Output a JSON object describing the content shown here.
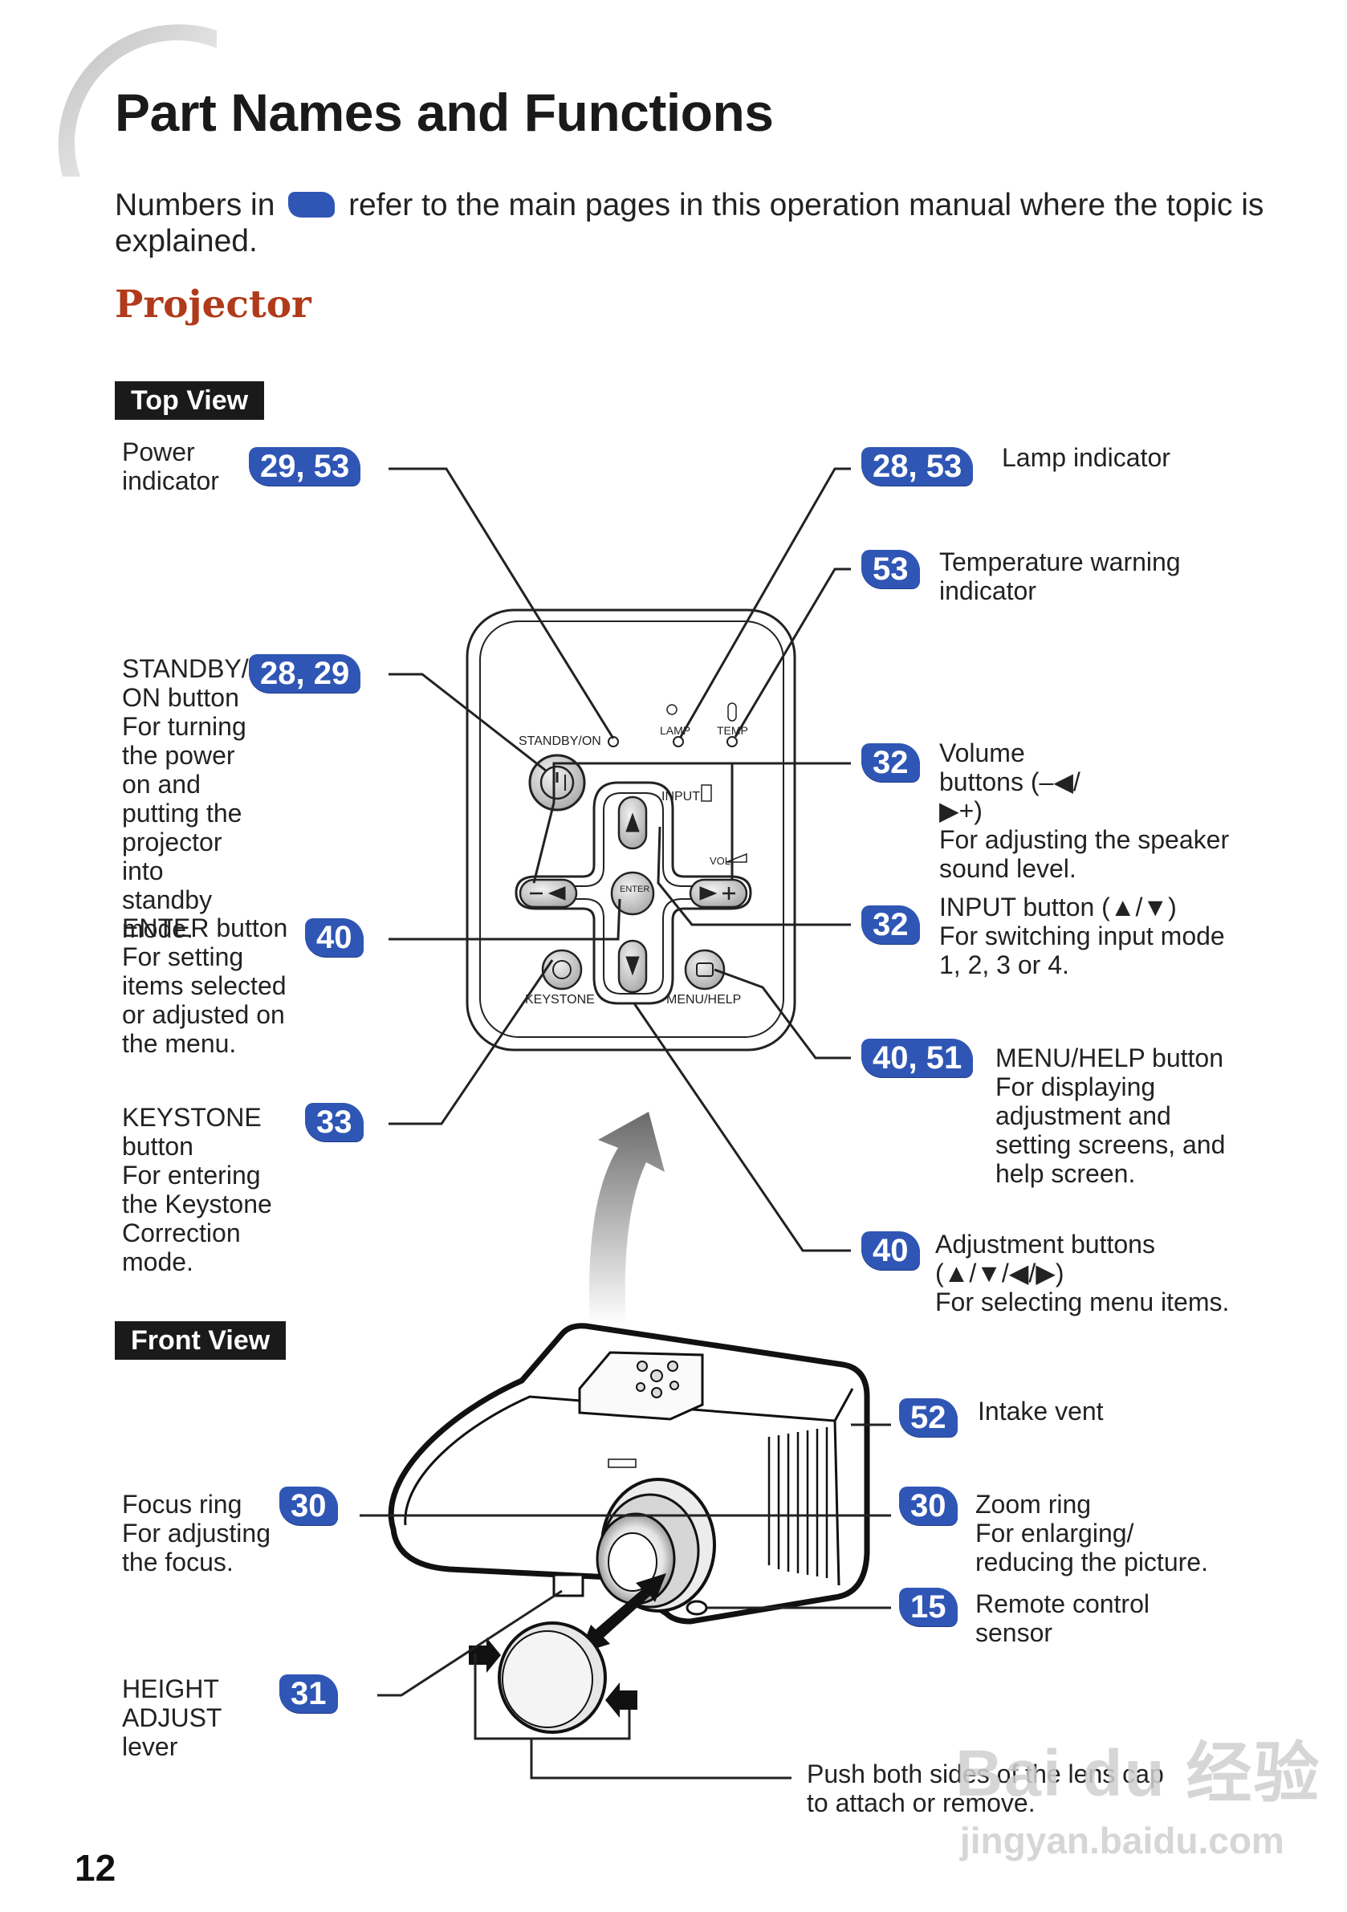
{
  "title": "Part Names and Functions",
  "intro": {
    "before": "Numbers in ",
    "after": " refer to the main pages in this operation manual where the topic is explained."
  },
  "section": "Projector",
  "views": {
    "top": "Top View",
    "front": "Front View"
  },
  "top_callouts": [
    {
      "id": "power-indicator",
      "badge": "29, 53",
      "title": "Power indicator",
      "desc": ""
    },
    {
      "id": "standby-on-button",
      "badge": "28, 29",
      "title": "STANDBY/ ON button",
      "desc": "For turning the power on and putting the projector into standby mode."
    },
    {
      "id": "enter-button",
      "badge": "40",
      "title": "ENTER button",
      "desc": "For setting items selected or adjusted on the menu."
    },
    {
      "id": "keystone-button",
      "badge": "33",
      "title": "KEYSTONE button",
      "desc": "For entering the Keystone Correction mode."
    },
    {
      "id": "lamp-indicator",
      "badge": "28, 53",
      "title": "Lamp indicator",
      "desc": ""
    },
    {
      "id": "temp-indicator",
      "badge": "53",
      "title": "Temperature warning indicator",
      "desc": ""
    },
    {
      "id": "volume-buttons",
      "badge": "32",
      "title": "Volume buttons (–◀/▶+)",
      "desc": "For adjusting the speaker sound level."
    },
    {
      "id": "input-button",
      "badge": "32",
      "title": "INPUT button (▲/▼)",
      "desc": "For switching input mode 1, 2, 3 or 4."
    },
    {
      "id": "menu-help-button",
      "badge": "40, 51",
      "title": "MENU/HELP button",
      "desc": "For displaying adjustment and setting screens, and help screen."
    },
    {
      "id": "adjustment-buttons",
      "badge": "40",
      "title": "Adjustment buttons (▲/▼/◀/▶)",
      "desc": "For selecting menu items."
    }
  ],
  "front_callouts": [
    {
      "id": "intake-vent",
      "badge": "52",
      "title": "Intake vent",
      "desc": ""
    },
    {
      "id": "focus-ring",
      "badge": "30",
      "title": "Focus ring",
      "desc": "For adjusting the focus."
    },
    {
      "id": "zoom-ring",
      "badge": "30",
      "title": "Zoom ring",
      "desc": "For enlarging/ reducing the picture."
    },
    {
      "id": "remote-sensor",
      "badge": "15",
      "title": "Remote control sensor",
      "desc": ""
    },
    {
      "id": "height-adjust",
      "badge": "31",
      "title": "HEIGHT ADJUST lever",
      "desc": ""
    }
  ],
  "lens_cap_note": "Push both sides of the lens cap to attach or remove.",
  "panel_labels": {
    "standby": "STANDBY/ON",
    "lamp": "LAMP",
    "temp": "TEMP",
    "input": "INPUT",
    "vol": "VOL",
    "enter": "ENTER",
    "keystone": "KEYSTONE",
    "menu_help": "MENU/HELP"
  },
  "page_number": "12",
  "watermark": {
    "logo": "Bai du 经验",
    "url": "jingyan.baidu.com"
  },
  "colors": {
    "badge": "#2f56b5",
    "heading": "#b03a1a",
    "label_bg": "#1a1a1a"
  }
}
